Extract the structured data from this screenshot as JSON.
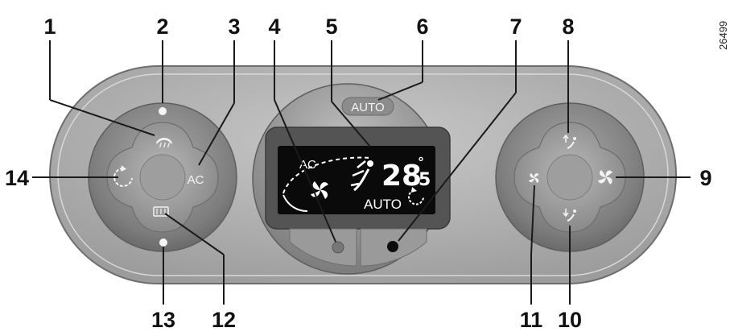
{
  "code": "26499",
  "callouts": [
    "1",
    "2",
    "3",
    "4",
    "5",
    "6",
    "7",
    "8",
    "9",
    "10",
    "11",
    "12",
    "13",
    "14"
  ],
  "buttons": {
    "auto": "AUTO",
    "ac": "AC"
  },
  "display": {
    "ac_indicator": "AC",
    "temperature_digits": "28",
    "temperature_decimal": "5",
    "degree_symbol": "°",
    "auto_indicator": "AUTO"
  },
  "colors": {
    "bezel": "#b3b3b3",
    "knob": "#8f8f8f",
    "lcd": "#0a0a0a",
    "leader": "#1a1a1a"
  }
}
